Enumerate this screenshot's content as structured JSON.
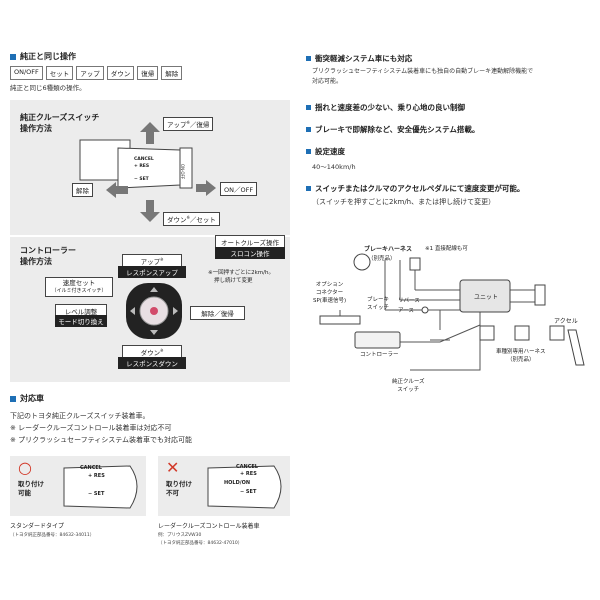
{
  "left": {
    "section1": {
      "title": "純正と同じ操作",
      "tags": [
        "ON/OFF",
        "セット",
        "アップ",
        "ダウン",
        "復帰",
        "解除"
      ],
      "note": "純正と同じ6種類の操作。"
    },
    "switch_panel": {
      "title_line1": "純正クルーズスイッチ",
      "title_line2": "操作方法",
      "up_label": "アップ",
      "up_sup": "※",
      "up_suffix": "／復帰",
      "down_label": "ダウン",
      "down_sup": "※",
      "down_suffix": "／セット",
      "left_label": "解除",
      "right_label": "ON／OFF",
      "lever_cancel": "CANCEL",
      "lever_res": "+ RES",
      "lever_set": "− SET",
      "lever_onoff": "ON·OFF"
    },
    "controller_panel": {
      "title_line1": "コントローラー",
      "title_line2": "操作方法",
      "auto_cruise": "オートクルーズ操作",
      "sukon": "スロコン操作",
      "up_top": "アップ",
      "up_sup": "※",
      "up_bottom": "レスポンスアップ",
      "left_top1": "速度セット",
      "left_top2": "（イルミ付きスイッチ）",
      "left_mid": "レベル調整",
      "left_bottom": "モード切り換え",
      "right_label": "解除／復帰",
      "down_top": "ダウン",
      "down_sup": "※",
      "down_bottom": "レスポンスダウン",
      "note_line1": "※一回押すごとに2km/h。",
      "note_line2": "押し続けて変更"
    },
    "compat": {
      "title": "対応車",
      "line1": "下記のトヨタ純正クルーズスイッチ装着車。",
      "line2": "※ レーダークルーズコントロール装着車は対応不可",
      "line3": "※ プリクラッシュセーフティシステム装着車でも対応可能",
      "ok": {
        "mark": "○",
        "label_line1": "取り付け",
        "label_line2": "可能",
        "type": "スタンダードタイプ",
        "part": "（トヨタ純正部品番号：84632-34011）",
        "cancel": "CANCEL",
        "res": "+ RES",
        "set": "− SET"
      },
      "ng": {
        "mark": "✕",
        "label_line1": "取り付け",
        "label_line2": "不可",
        "type": "レーダークルーズコントロール装着車",
        "part_line1": "例：プリウスZVW30",
        "part_line2": "（トヨタ純正部品番号：84632-47010）",
        "cancel": "CANCEL",
        "res": "+ RES",
        "holdon": "HOLD/ON",
        "set": "− SET"
      }
    }
  },
  "right": {
    "b1": {
      "title": "衝突軽減システム車にも対応",
      "text_line1": "プリクラッシュセーフティシステム装着車にも独自の自動ブレーキ連動解除機能で",
      "text_line2": "対応可能。"
    },
    "b2": {
      "title": "揺れと速度差の少ない、乗り心地の良い制御"
    },
    "b3": {
      "title": "ブレーキで即解除など、安全優先システム搭載。"
    },
    "b4": {
      "title": "設定速度",
      "text": "40～140km/h"
    },
    "b5": {
      "title": "スイッチまたはクルマのアクセルペダルにて速度変更が可能。",
      "text": "（スイッチを押すごとに2km/h、または押し続けて変更）"
    },
    "wiring": {
      "brake_harness": "ブレーキハーネス",
      "brake_note": "※1 直接配線も可",
      "brake_sub": "（別売品）",
      "option_connector1": "オプション",
      "option_connector2": "コネクター",
      "option_connector3": "SP(車速信号)",
      "brake_switch1": "ブレーキ",
      "brake_switch2": "スイッチ",
      "reverse": "リバース",
      "earth": "アース",
      "unit": "ユニット",
      "accel": "アクセル",
      "vehicle_harness1": "車種別専用ハーネス",
      "vehicle_harness2": "（別売品）",
      "controller": "コントローラー",
      "cruise_switch1": "純正クルーズ",
      "cruise_switch2": "スイッチ"
    }
  }
}
